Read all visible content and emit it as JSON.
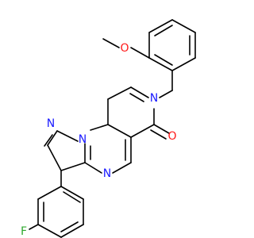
{
  "atom_labels": {
    "n_pyrrole": "N",
    "n_bridge": "N",
    "n_pyrimidine": "N",
    "n_pyridinone": "N",
    "o_carbonyl": "O",
    "o_methoxy": "O",
    "f_fluoro": "F"
  },
  "colors": {
    "bond": "#000000",
    "nitrogen": "#1a1aff",
    "oxygen": "#ff1a1a",
    "fluorine": "#2ea82e",
    "background": "#ffffff"
  }
}
